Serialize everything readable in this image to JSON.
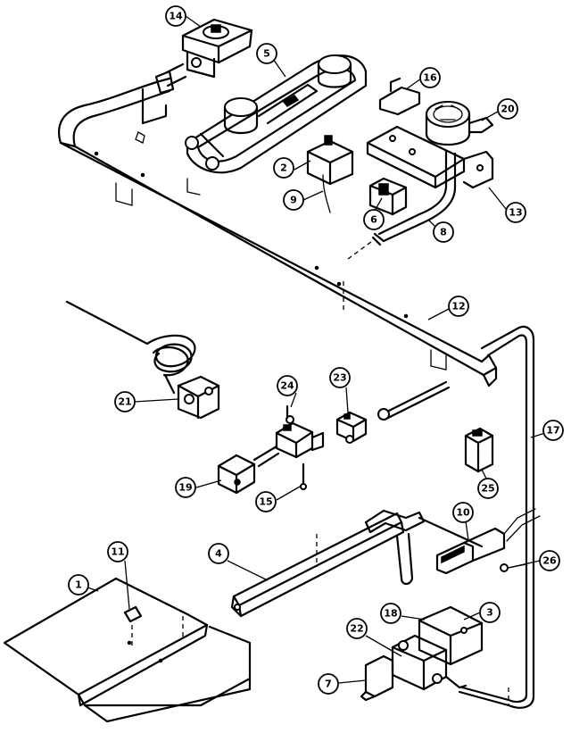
{
  "callouts": [
    {
      "id": "p1",
      "label": "1"
    },
    {
      "id": "p2",
      "label": "2"
    },
    {
      "id": "p3",
      "label": "3"
    },
    {
      "id": "p4",
      "label": "4"
    },
    {
      "id": "p5",
      "label": "5"
    },
    {
      "id": "p6",
      "label": "6"
    },
    {
      "id": "p7",
      "label": "7"
    },
    {
      "id": "p8",
      "label": "8"
    },
    {
      "id": "p9",
      "label": "9"
    },
    {
      "id": "p10",
      "label": "10"
    },
    {
      "id": "p11",
      "label": "11"
    },
    {
      "id": "p12",
      "label": "12"
    },
    {
      "id": "p13",
      "label": "13"
    },
    {
      "id": "p14",
      "label": "14"
    },
    {
      "id": "p15",
      "label": "15"
    },
    {
      "id": "p16",
      "label": "16"
    },
    {
      "id": "p17",
      "label": "17"
    },
    {
      "id": "p18",
      "label": "18"
    },
    {
      "id": "p19",
      "label": "19"
    },
    {
      "id": "p20",
      "label": "20"
    },
    {
      "id": "p21",
      "label": "21"
    },
    {
      "id": "p22",
      "label": "22"
    },
    {
      "id": "p23",
      "label": "23"
    },
    {
      "id": "p24",
      "label": "24"
    },
    {
      "id": "p25",
      "label": "25"
    },
    {
      "id": "p26",
      "label": "26"
    }
  ]
}
